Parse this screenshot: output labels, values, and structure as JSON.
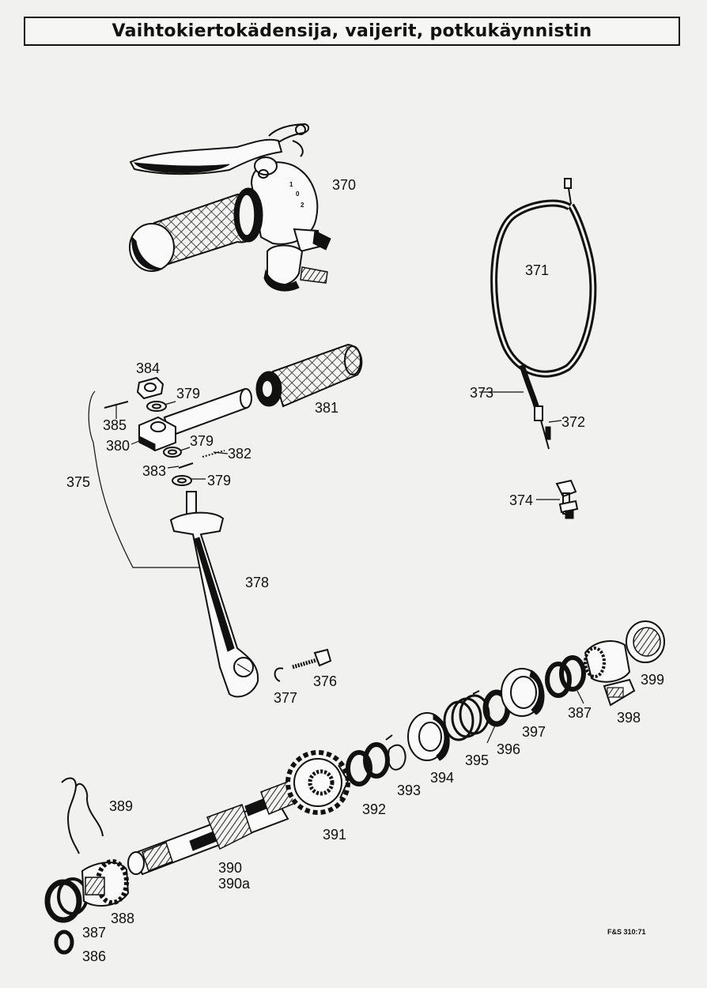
{
  "title": "Vaihtokiertokädensija, vaijerit, potkukäynnistin",
  "dial_marks": [
    "1",
    "0",
    "2"
  ],
  "labels": {
    "p370": "370",
    "p371": "371",
    "p372": "372",
    "p373": "373",
    "p374": "374",
    "p375": "375",
    "p376": "376",
    "p377": "377",
    "p378": "378",
    "p379a": "379",
    "p379b": "379",
    "p379c": "379",
    "p380": "380",
    "p381": "381",
    "p382": "382",
    "p383": "383",
    "p384": "384",
    "p385": "385",
    "p386": "386",
    "p387a": "387",
    "p387b": "387",
    "p388": "388",
    "p389": "389",
    "p390": "390",
    "p390a": "390a",
    "p391": "391",
    "p392": "392",
    "p393": "393",
    "p394": "394",
    "p395": "395",
    "p396": "396",
    "p397": "397",
    "p398": "398",
    "p399": "399"
  },
  "footer": "F&S 310:71"
}
